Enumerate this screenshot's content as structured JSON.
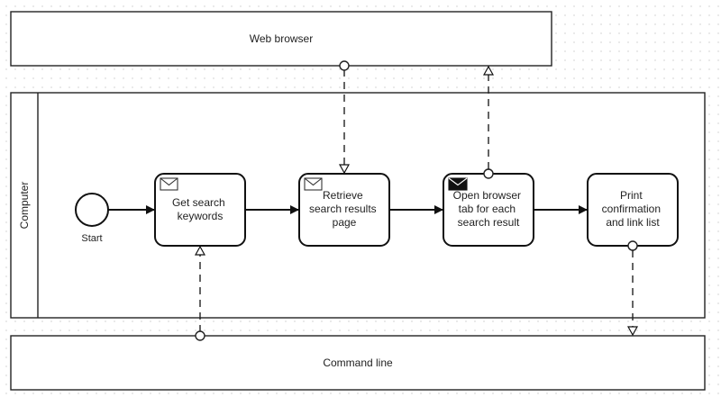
{
  "pools": {
    "web_browser": "Web browser",
    "computer": "Computer",
    "command_line": "Command line"
  },
  "events": {
    "start": "Start"
  },
  "tasks": {
    "get_search_keywords": [
      "Get search",
      "keywords"
    ],
    "retrieve_search_results_page": [
      "Retrieve",
      "search results",
      "page"
    ],
    "open_browser_tab": [
      "Open browser",
      "tab for each",
      "search result"
    ],
    "print_confirmation": [
      "Print",
      "confirmation",
      "and link list"
    ]
  }
}
